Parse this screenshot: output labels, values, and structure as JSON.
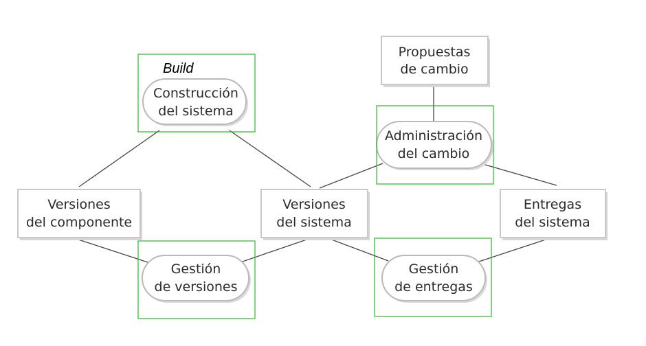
{
  "colors": {
    "highlight_border": "#2db52d",
    "box_border": "#c8c8c8",
    "box_shadow": "#d6d6d6",
    "oval_border": "#b9b9b9",
    "connector": "#444444",
    "text": "#2a2a2a"
  },
  "highlight_label": "Build",
  "nodes": {
    "construccion": {
      "line1": "Construcción",
      "line2": "del sistema"
    },
    "propuestas": {
      "line1": "Propuestas",
      "line2": "de cambio"
    },
    "administracion": {
      "line1": "Administración",
      "line2": "del cambio"
    },
    "versiones_componente": {
      "line1": "Versiones",
      "line2": "del componente"
    },
    "versiones_sistema": {
      "line1": "Versiones",
      "line2": "del sistema"
    },
    "entregas_sistema": {
      "line1": "Entregas",
      "line2": "del sistema"
    },
    "gestion_versiones": {
      "line1": "Gestión",
      "line2": "de versiones"
    },
    "gestion_entregas": {
      "line1": "Gestión",
      "line2": "de entregas"
    }
  }
}
